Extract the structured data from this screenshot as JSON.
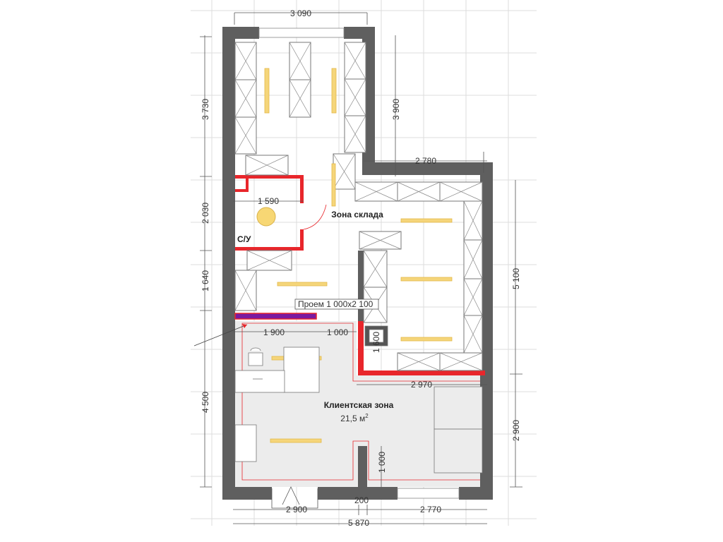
{
  "plan": {
    "rooms": {
      "storage_zone": "Зона склада",
      "bathroom": "С/У",
      "client_zone": "Клиентская зона",
      "client_zone_area": "21,5 м",
      "area_unit_sup": "2"
    },
    "opening_label": "Проем  1 000х2 100",
    "dimensions": {
      "top_width": "3 090",
      "left_top": "3 730",
      "left_middle": "2 030",
      "left_lower": "1 640",
      "left_bottom": "4 500",
      "inner_height": "3 900",
      "step_width": "2 780",
      "right_upper": "5 100",
      "right_lower": "2 900",
      "wc_width": "1 590",
      "client_left": "1 900",
      "client_door": "1 000",
      "partition": "1 600",
      "counter_width": "2 970",
      "stub_depth": "1 000",
      "bottom_left": "2 900",
      "bottom_stub": "200",
      "bottom_right": "2 770",
      "total_width": "5 870"
    },
    "colors": {
      "wall": "#5f5f5f",
      "partition": "#e8262b",
      "lamp": "#f5d57a",
      "purple": "#7a1aa0",
      "floor": "#ececec"
    }
  }
}
